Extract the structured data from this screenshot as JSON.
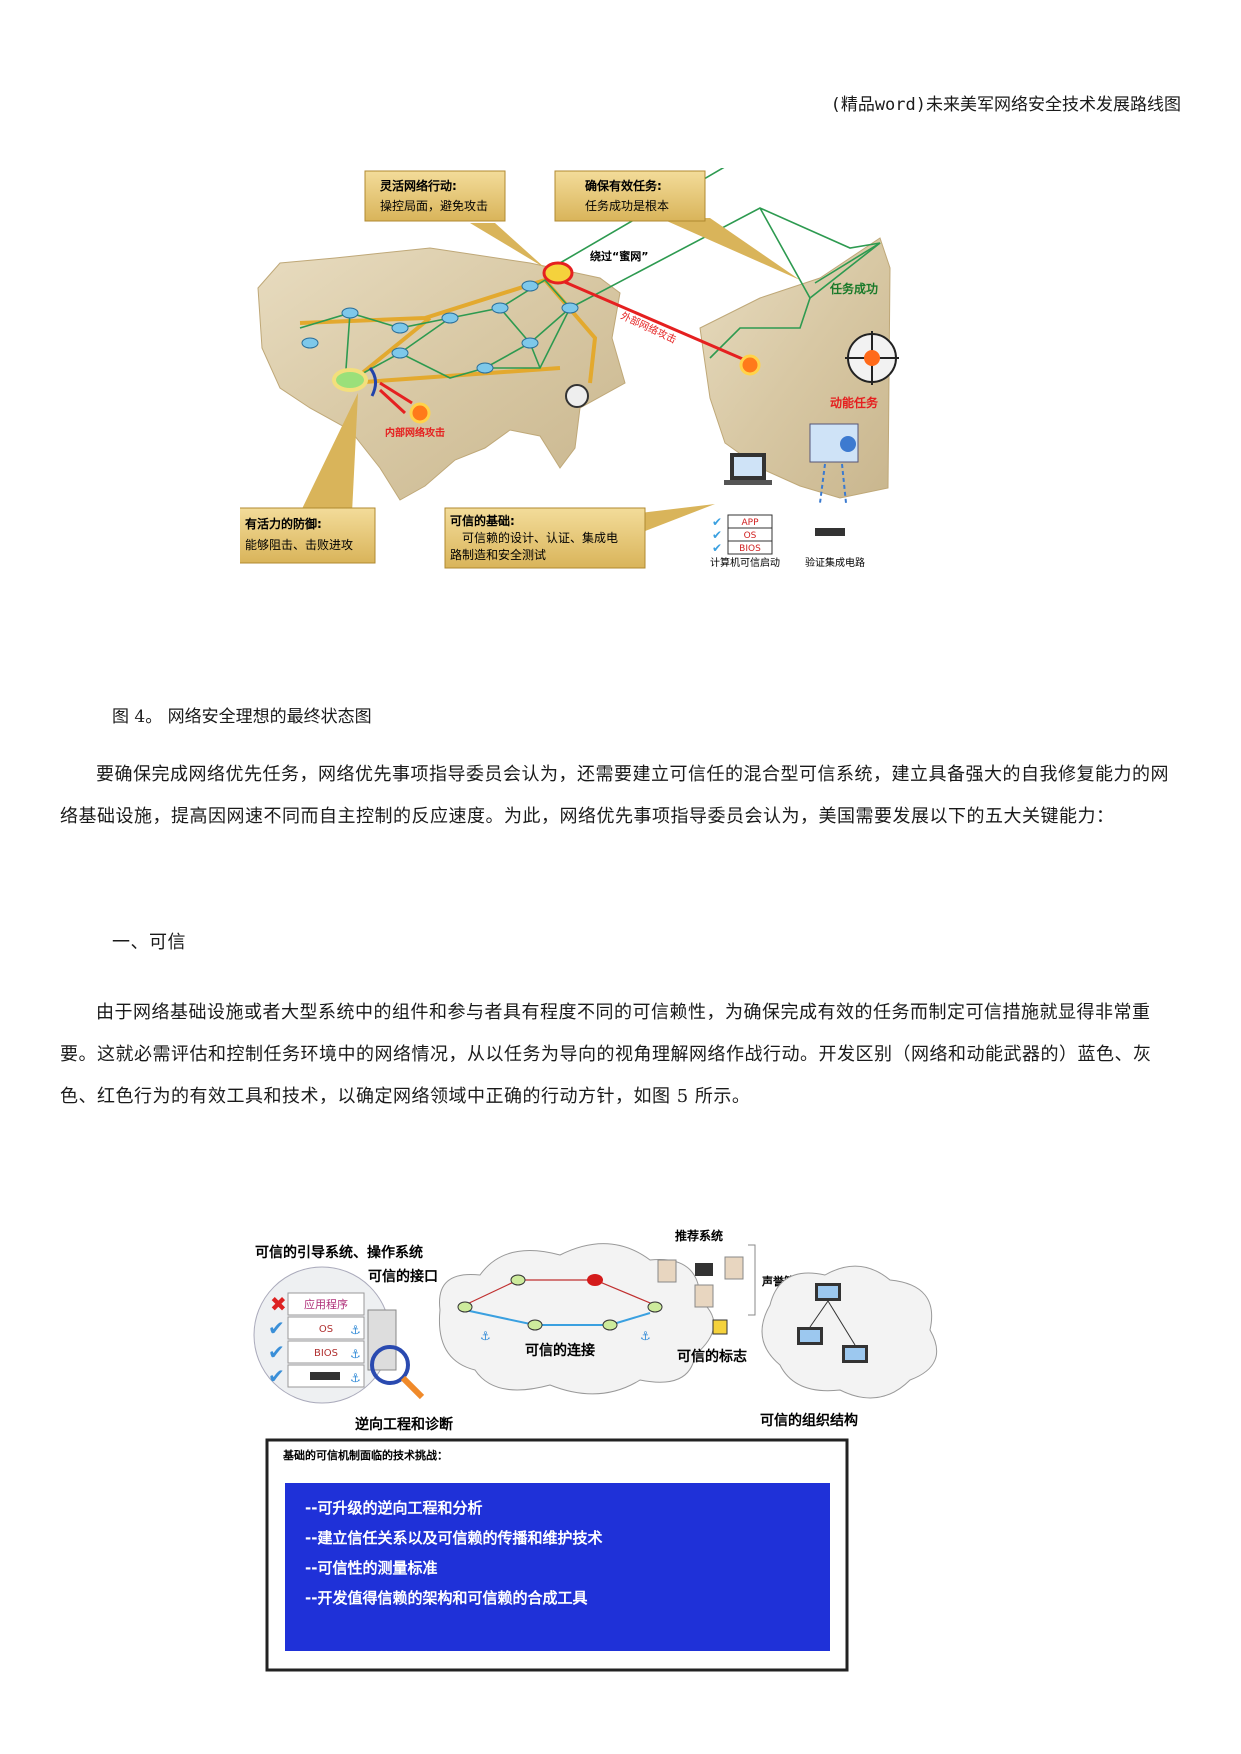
{
  "header": {
    "title": "(精品word)未来美军网络安全技术发展路线图"
  },
  "figure4": {
    "callouts": {
      "agile_title": "灵活网络行动:",
      "agile_body": "操控局面，避免攻击",
      "mission_title": "确保有效任务:",
      "mission_body": "任务成功是根本",
      "defense_title": "有活力的防御:",
      "defense_body": "能够阻击、击败进攻",
      "trust_title": "可信的基础:",
      "trust_body1": "可信赖的设计、认证、集成电",
      "trust_body2": "路制造和安全测试"
    },
    "labels": {
      "honeynet": "绕过“蜜网”",
      "external_attack": "外部网络攻击",
      "internal_attack": "内部网络攻击",
      "mission_success": "任务成功",
      "kinetic_mission": "动能任务",
      "stack_app": "APP",
      "stack_os": "OS",
      "stack_bios": "BIOS",
      "trusted_boot": "计算机可信启动",
      "verify_ic": "验证集成电路"
    }
  },
  "caption4": "图 4。 网络安全理想的最终状态图",
  "paragraph1": "要确保完成网络优先任务，网络优先事项指导委员会认为，还需要建立可信任的混合型可信系统，建立具备强大的自我修复能力的网络基础设施，提高因网速不同而自主控制的反应速度。为此，网络优先事项指导委员会认为，美国需要发展以下的五大关键能力：",
  "section1": "一、可信",
  "paragraph2": "由于网络基础设施或者大型系统中的组件和参与者具有程度不同的可信赖性，为确保完成有效的任务而制定可信措施就显得非常重要。这就必需评估和控制任务环境中的网络情况，从以任务为导向的视角理解网络作战行动。开发区别（网络和动能武器的）蓝色、灰色、红色行为的有效工具和技术，以确定网络领域中正确的行动方针，如图 5 所示。",
  "figure5": {
    "boot_title": "可信的引导系统、操作系统",
    "stack": [
      "应用程序",
      "OS",
      "BIOS"
    ],
    "interface": "可信的接口",
    "reverse": "逆向工程和诊断",
    "connection": "可信的连接",
    "recommend": "推荐系统",
    "reputation": "声誉管理系统",
    "marker": "可信的标志",
    "org": "可信的组织结构",
    "challenge_title": "基础的可信机制面临的技术挑战：",
    "challenges": [
      "--可升级的逆向工程和分析",
      "--建立信任关系以及可信赖的传播和维护技术",
      "--可信性的测量标准",
      "--开发值得信赖的架构和可信赖的合成工具"
    ]
  }
}
